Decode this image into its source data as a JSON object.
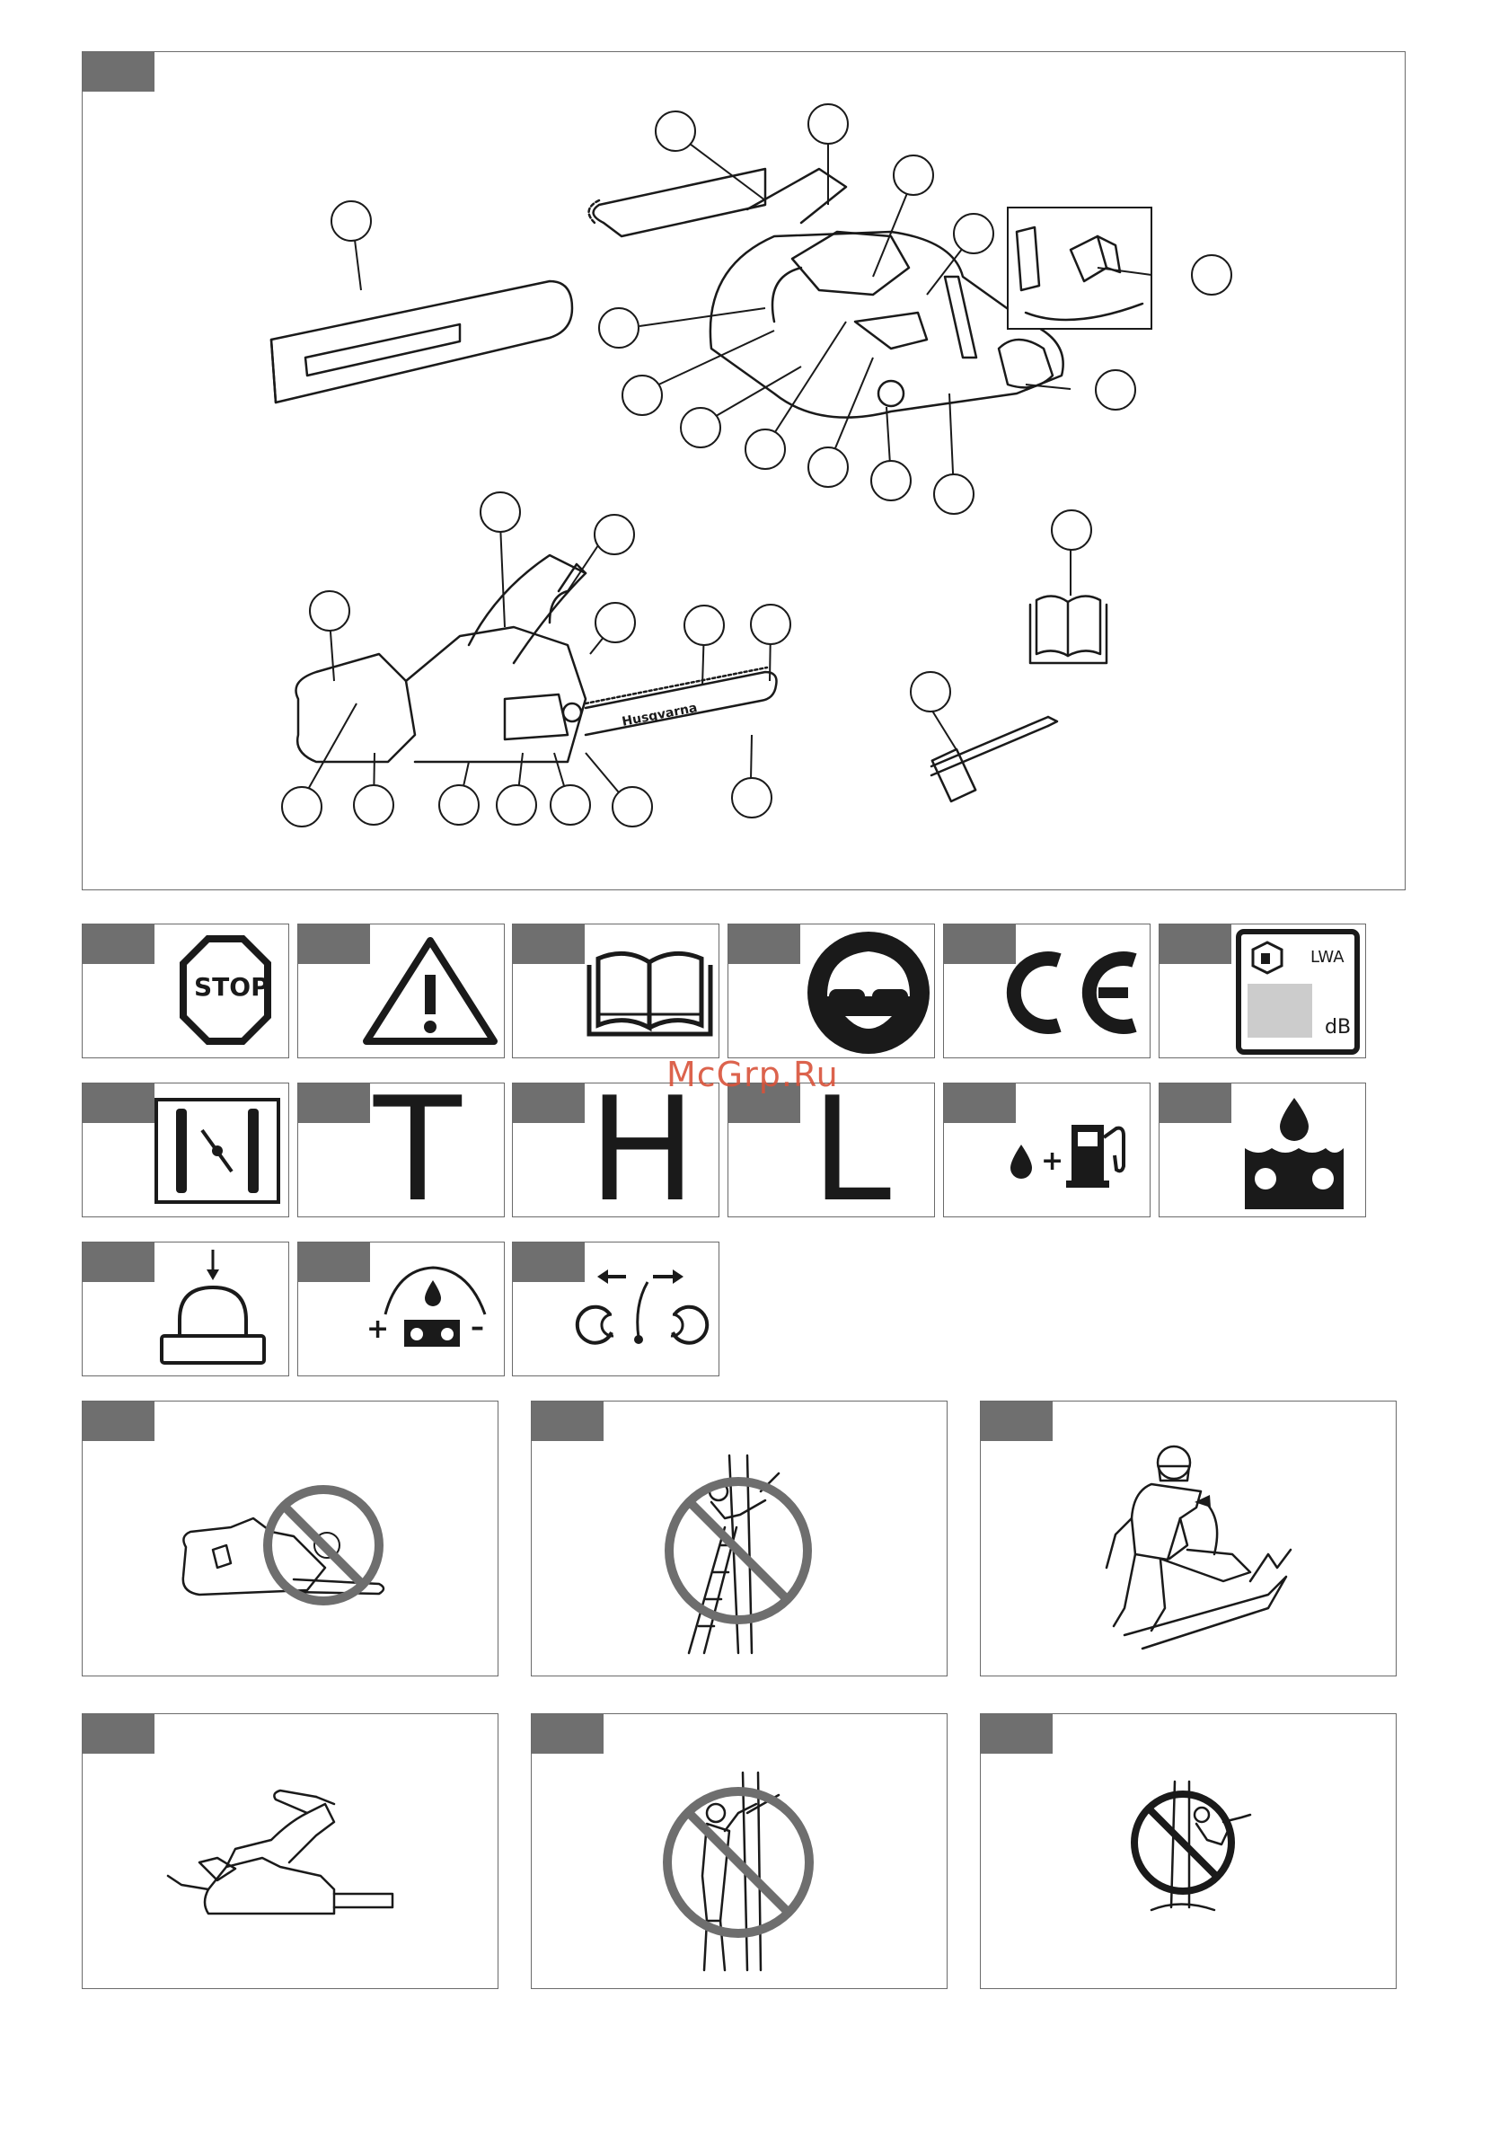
{
  "watermark": "McGrp.Ru",
  "stop_sign_text": "STOP",
  "bar_brand": "Husqvarna",
  "noise_label_lwa": "LWA",
  "noise_label_db": "dB",
  "letters": {
    "top": "T",
    "half": "H",
    "low": "L"
  },
  "oil_adjust_plus": "+",
  "oil_adjust_minus": "–",
  "fuel_plus": "+",
  "colors": {
    "tab": "#6f6f6f",
    "border": "#6b6b6b",
    "ink": "#1a1a1a",
    "prohibit": "#6e6e6e",
    "watermark": "#d9533a"
  }
}
